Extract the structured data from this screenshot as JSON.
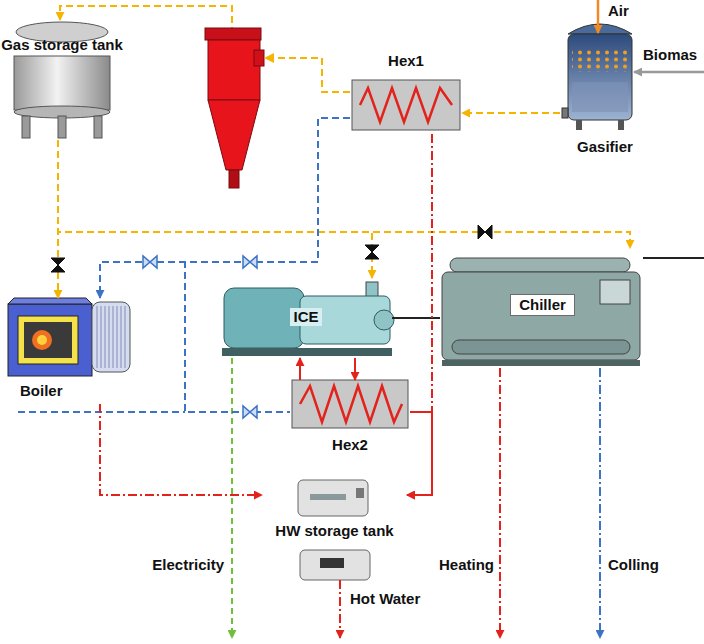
{
  "diagram": {
    "nodes": [
      {
        "text": [
          "Gas storage tank"
        ]
      },
      {
        "text": [
          "Hex1"
        ]
      },
      {
        "text": [
          "Gasifier"
        ]
      },
      {
        "text": [
          "Boiler"
        ]
      },
      {
        "text": [
          "ICE"
        ]
      },
      {
        "text": [
          "Chiller"
        ]
      },
      {
        "text": [
          "Hex2"
        ]
      },
      {
        "text": [
          "HW storage tank"
        ]
      }
    ],
    "edges": [
      {
        "from": 2,
        "to": 1,
        "arrow": "to"
      },
      {
        "from": 1,
        "to": 0,
        "arrow": "to"
      },
      {
        "from": 0,
        "to": 3,
        "arrow": "to"
      },
      {
        "from": 0,
        "to": 4,
        "arrow": "to"
      },
      {
        "from": 0,
        "to": 5,
        "arrow": "to"
      },
      {
        "from": 1,
        "to": 3,
        "arrow": "to"
      },
      {
        "from": 1,
        "to": 6,
        "arrow": "none"
      },
      {
        "from": 4,
        "to": 6,
        "arrow": "to"
      },
      {
        "from": 6,
        "to": 4,
        "arrow": "to"
      },
      {
        "from": 4,
        "to": 5,
        "arrow": "none"
      },
      {
        "from": 3,
        "to": 7,
        "arrow": "to"
      },
      {
        "from": 1,
        "to": 7,
        "arrow": "to"
      },
      {
        "from": 6,
        "to": 7,
        "arrow": "to"
      }
    ],
    "labels": [
      "Air",
      "Biomas",
      "Electricity",
      "Hot Water",
      "Heating",
      "Colling"
    ]
  }
}
